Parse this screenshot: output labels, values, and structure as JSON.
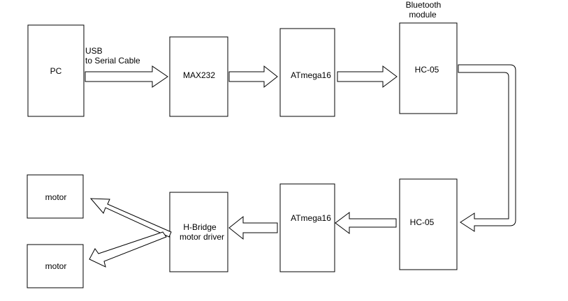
{
  "nodes": {
    "pc": "PC",
    "max232": "MAX232",
    "atmega_tx": "ATmega16",
    "hc05_tx": "HC-05",
    "hc05_rx": "HC-05",
    "atmega_rx": "ATmega16",
    "hbridge_line1": "H-Bridge",
    "hbridge_line2": "motor  driver",
    "motor_top": "motor",
    "motor_bottom": "motor"
  },
  "annotations": {
    "usb_line1": "USB",
    "usb_line2": "to Serial Cable",
    "bt_line1": "Bluetooth",
    "bt_line2": "module"
  }
}
